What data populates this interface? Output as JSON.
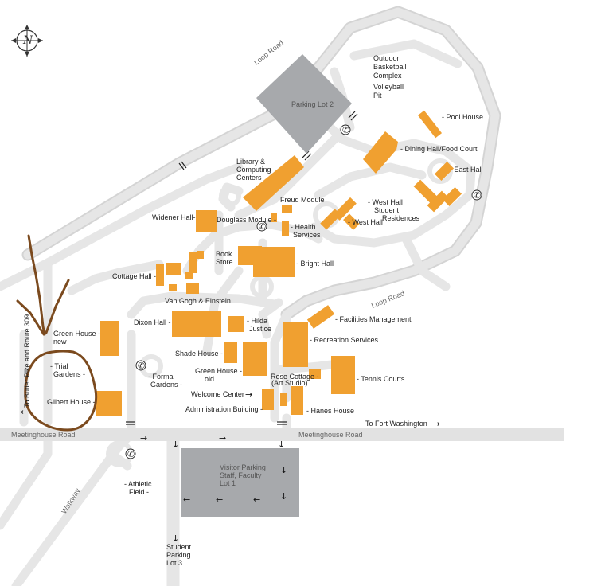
{
  "colors": {
    "building": "#f0a030",
    "road": "#e2e2e2",
    "road_outline": "#d4d4d4",
    "parking": "#a7a9ac",
    "annotation": "#7b4a1e"
  },
  "icons": [
    "compass-north-icon",
    "phone-icon",
    "arrow-right-icon",
    "arrow-left-icon",
    "arrow-down-icon"
  ],
  "labels": {
    "outdoor_basketball": [
      "Outdoor",
      "Basketball",
      "Complex"
    ],
    "volleyball": [
      "Volleyball",
      "Pit"
    ],
    "parking_lot_2": "Parking Lot 2",
    "pool_house": "- Pool House",
    "dining_hall": "- Dining Hall/Food Court",
    "east_hall": "- East Hall",
    "library": [
      "Library &",
      "Computing",
      "Centers"
    ],
    "freud_module": "Freud Module",
    "west_hall_residences": [
      "- West Hall",
      "Student",
      "Residences"
    ],
    "west_hall": "- West Hall",
    "widener_hall": "Widener Hall-",
    "douglass_module": "Douglass Module -",
    "health_services": [
      "- Health",
      "Services"
    ],
    "book_store": [
      "Book",
      "Store"
    ],
    "bright_hall": "- Bright Hall",
    "cottage_hall": "Cottage Hall -",
    "van_gogh": "Van Gogh & Einstein",
    "dixon_hall": "Dixon Hall -",
    "hilda_justice": [
      "- Hilda",
      "Justice"
    ],
    "facilities": "- Facilities Management",
    "recreation": "- Recreation Services",
    "green_house_new": [
      "Green House -",
      "new"
    ],
    "trial_gardens": [
      "- Trial",
      "Gardens -"
    ],
    "gilbert_house": "Gilbert House -",
    "formal_gardens": [
      "- Formal",
      "Gardens -"
    ],
    "shade_house": "Shade House -",
    "green_house_old": [
      "Green House -",
      "old"
    ],
    "rose_cottage": [
      "Rose Cottage -",
      "(Art Studio)"
    ],
    "tennis_courts": "- Tennis Courts",
    "welcome_center": "Welcome Center",
    "administration": "Administration Building -",
    "hanes_house": "- Hanes House",
    "to_fort_washington": "To Fort Washington",
    "visitor_parking": [
      "Visitor Parking",
      "Staff, Faculty",
      "Lot 1"
    ],
    "athletic_field": [
      "- Athletic",
      "Field -"
    ],
    "student_parking": [
      "Student",
      "Parking",
      "Lot 3"
    ],
    "loop_road": "Loop Road",
    "meetinghouse_road": "Meetinghouse Road",
    "walkway": "Walkway",
    "to_butler_pike": "To Butler Pike and Route 309"
  }
}
